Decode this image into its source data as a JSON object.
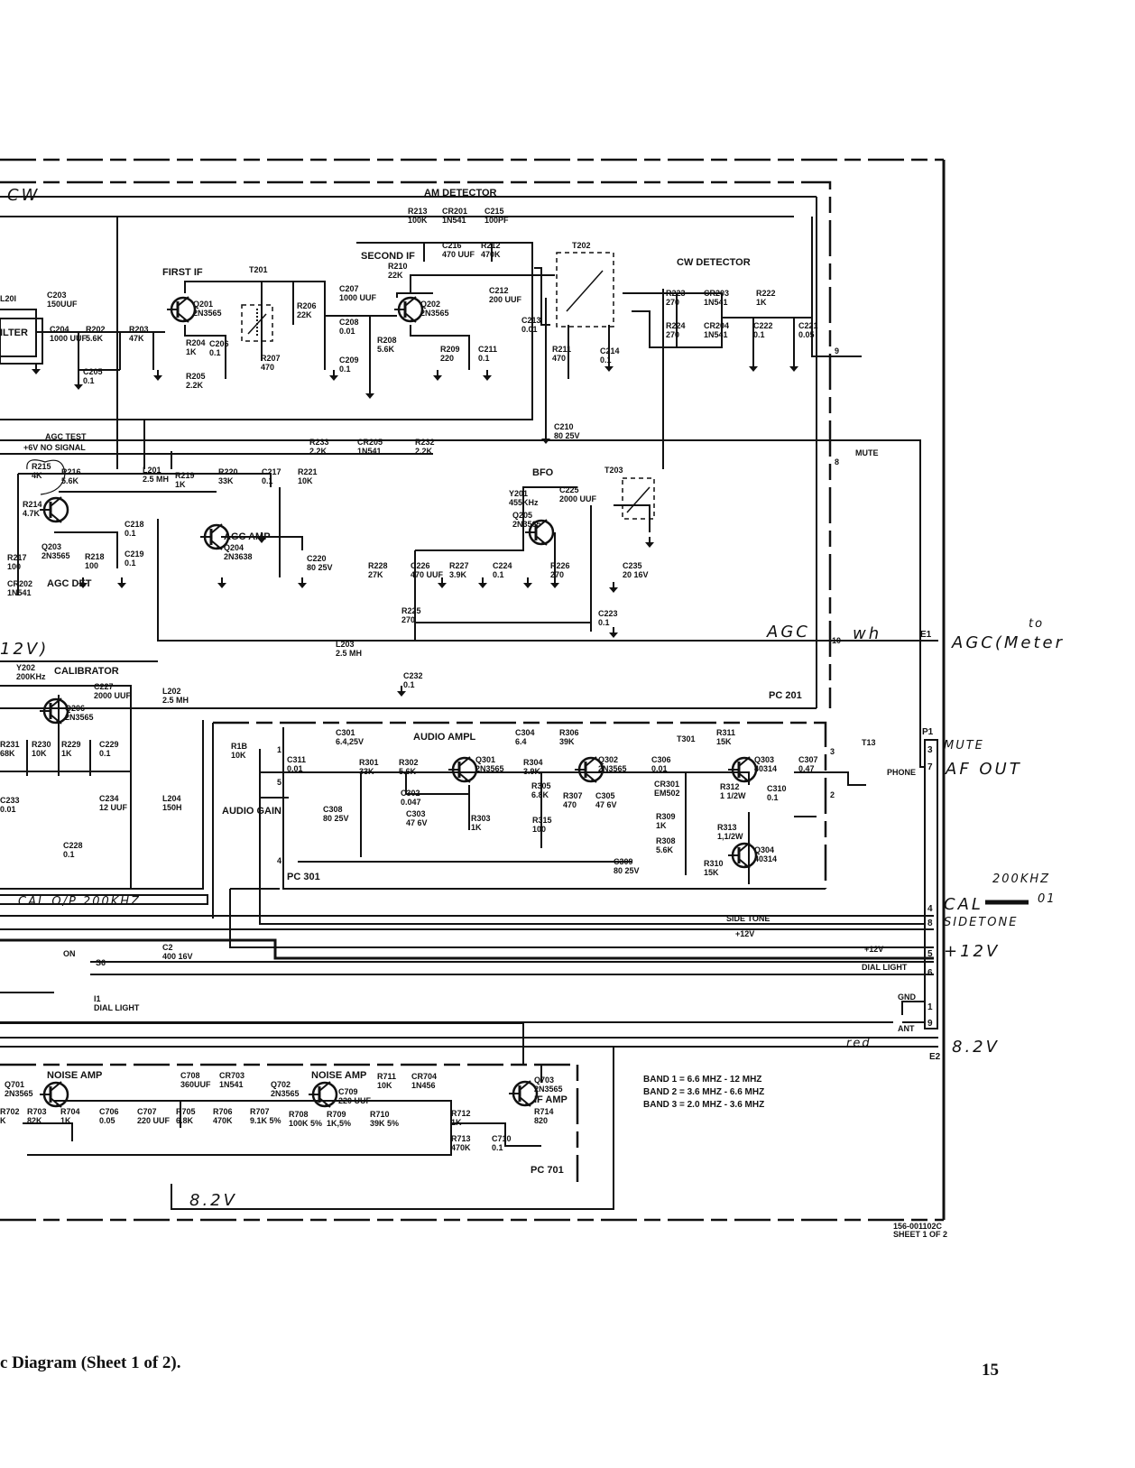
{
  "document": {
    "caption": "c Diagram (Sheet 1 of 2).",
    "page_number": "15",
    "drawing_number": "156-001102C",
    "sheet": "SHEET 1 OF 2"
  },
  "sections": {
    "am_detector": "AM DETECTOR",
    "first_if": "FIRST IF",
    "second_if": "SECOND IF",
    "cw_detector": "CW DETECTOR",
    "bfo": "BFO",
    "agc_amp": "AGC AMP",
    "agc_det": "AGC DET",
    "calibrator": "CALIBRATOR",
    "audio_ampl": "AUDIO AMPL",
    "audio_gain": "AUDIO GAIN",
    "noise_amp_1": "NOISE AMP",
    "noise_amp_2": "NOISE AMP",
    "if_amp": "IF AMP",
    "filter": "ILTER",
    "agc_test": "AGC TEST",
    "agc_test_note": "+6V NO SIGNAL"
  },
  "boards": {
    "pc201": "PC 201",
    "pc301": "PC 301",
    "pc701": "PC 701"
  },
  "components": [
    {
      "ref": "L201",
      "value": "",
      "label": "L20I"
    },
    {
      "ref": "C203",
      "value": "150UUF"
    },
    {
      "ref": "C204",
      "value": "1000 UUF"
    },
    {
      "ref": "R202",
      "value": "5.6K"
    },
    {
      "ref": "R203",
      "value": "47K"
    },
    {
      "ref": "C205",
      "value": "0.1"
    },
    {
      "ref": "Q201",
      "value": "2N3565"
    },
    {
      "ref": "T201",
      "value": ""
    },
    {
      "ref": "R204",
      "value": "1K"
    },
    {
      "ref": "C206",
      "value": "0.1"
    },
    {
      "ref": "R205",
      "value": "2.2K"
    },
    {
      "ref": "R206",
      "value": "22K"
    },
    {
      "ref": "R207",
      "value": "470"
    },
    {
      "ref": "C207",
      "value": "1000 UUF"
    },
    {
      "ref": "C208",
      "value": "0.01"
    },
    {
      "ref": "C209",
      "value": "0.1"
    },
    {
      "ref": "R210",
      "value": "22K"
    },
    {
      "ref": "Q202",
      "value": "2N3565"
    },
    {
      "ref": "R208",
      "value": "5.6K"
    },
    {
      "ref": "R209",
      "value": "220"
    },
    {
      "ref": "C211",
      "value": "0.1"
    },
    {
      "ref": "R213",
      "value": "100K"
    },
    {
      "ref": "CR201",
      "value": "1N541"
    },
    {
      "ref": "C215",
      "value": "100PF"
    },
    {
      "ref": "C216",
      "value": "470 UUF"
    },
    {
      "ref": "R212",
      "value": "470K"
    },
    {
      "ref": "C212",
      "value": "200 UUF"
    },
    {
      "ref": "C213",
      "value": "0.01"
    },
    {
      "ref": "T202",
      "value": ""
    },
    {
      "ref": "R211",
      "value": "470"
    },
    {
      "ref": "C214",
      "value": "0.1"
    },
    {
      "ref": "R223",
      "value": "270"
    },
    {
      "ref": "CR203",
      "value": "1N541"
    },
    {
      "ref": "R224",
      "value": "270"
    },
    {
      "ref": "CR204",
      "value": "1N541"
    },
    {
      "ref": "R222",
      "value": "1K"
    },
    {
      "ref": "C222",
      "value": "0.1"
    },
    {
      "ref": "C221",
      "value": "0.05"
    },
    {
      "ref": "C210",
      "value": "80 25V"
    },
    {
      "ref": "R233",
      "value": "2.2K"
    },
    {
      "ref": "CR205",
      "value": "1N541"
    },
    {
      "ref": "R232",
      "value": "2.2K"
    },
    {
      "ref": "R215",
      "value": "4K"
    },
    {
      "ref": "R214",
      "value": "4.7K"
    },
    {
      "ref": "R216",
      "value": "5.6K"
    },
    {
      "ref": "L201b",
      "label": "L201",
      "value": "2.5 MH"
    },
    {
      "ref": "R219",
      "value": "1K"
    },
    {
      "ref": "R220",
      "value": "33K"
    },
    {
      "ref": "C217",
      "value": "0.1"
    },
    {
      "ref": "R221",
      "value": "10K"
    },
    {
      "ref": "C218",
      "value": "0.1"
    },
    {
      "ref": "C219",
      "value": "0.1"
    },
    {
      "ref": "Q203",
      "value": "2N3565"
    },
    {
      "ref": "Q204",
      "value": "2N3638"
    },
    {
      "ref": "R217",
      "value": "100"
    },
    {
      "ref": "R218",
      "value": "100"
    },
    {
      "ref": "CR202",
      "value": "1N541"
    },
    {
      "ref": "C220",
      "value": "80 25V"
    },
    {
      "ref": "Y201",
      "value": "455KHz"
    },
    {
      "ref": "Q205",
      "value": "2N3565"
    },
    {
      "ref": "C225",
      "value": "2000 UUF"
    },
    {
      "ref": "T203",
      "value": ""
    },
    {
      "ref": "R228",
      "value": "27K"
    },
    {
      "ref": "C226",
      "value": "470 UUF"
    },
    {
      "ref": "R227",
      "value": "3.9K"
    },
    {
      "ref": "C224",
      "value": "0.1"
    },
    {
      "ref": "R226",
      "value": "270"
    },
    {
      "ref": "C235",
      "value": "20 16V"
    },
    {
      "ref": "R225",
      "value": "270"
    },
    {
      "ref": "C223",
      "value": "0.1"
    },
    {
      "ref": "L203",
      "value": "2.5 MH"
    },
    {
      "ref": "C232",
      "value": "0.1"
    },
    {
      "ref": "Y202",
      "value": "200KHz"
    },
    {
      "ref": "Q206",
      "value": "2N3565"
    },
    {
      "ref": "C227",
      "value": "2000 UUF"
    },
    {
      "ref": "L202",
      "value": "2.5 MH"
    },
    {
      "ref": "R231",
      "value": "68K"
    },
    {
      "ref": "R230",
      "value": "10K"
    },
    {
      "ref": "R229",
      "value": "1K"
    },
    {
      "ref": "C229",
      "value": "0.1"
    },
    {
      "ref": "C233",
      "value": "0.01"
    },
    {
      "ref": "C234",
      "value": "12 UUF"
    },
    {
      "ref": "L204",
      "value": "150H"
    },
    {
      "ref": "C228",
      "value": "0.1"
    },
    {
      "ref": "R1B",
      "value": "10K"
    },
    {
      "ref": "C301",
      "value": "6.4,25V"
    },
    {
      "ref": "C311",
      "value": "0.01"
    },
    {
      "ref": "R301",
      "value": "33K"
    },
    {
      "ref": "R302",
      "value": "5.6K"
    },
    {
      "ref": "C302",
      "value": "0.047"
    },
    {
      "ref": "C303",
      "value": "47 6V"
    },
    {
      "ref": "C308",
      "value": "80 25V"
    },
    {
      "ref": "Q301",
      "value": "2N3565"
    },
    {
      "ref": "R303",
      "value": "1K"
    },
    {
      "ref": "C304",
      "value": "6.4"
    },
    {
      "ref": "R304",
      "value": "3.9K"
    },
    {
      "ref": "R305",
      "value": "6.8K"
    },
    {
      "ref": "R315",
      "value": "100"
    },
    {
      "ref": "R306",
      "value": "39K"
    },
    {
      "ref": "Q302",
      "value": "2N3565"
    },
    {
      "ref": "R307",
      "value": "470"
    },
    {
      "ref": "C305",
      "value": "47 6V"
    },
    {
      "ref": "C306",
      "value": "0.01"
    },
    {
      "ref": "T301",
      "value": ""
    },
    {
      "ref": "CR301",
      "value": "EM502"
    },
    {
      "ref": "R309",
      "value": "1K"
    },
    {
      "ref": "R308",
      "value": "5.6K"
    },
    {
      "ref": "C309",
      "value": "80 25V"
    },
    {
      "ref": "R311",
      "value": "15K"
    },
    {
      "ref": "Q303",
      "value": "40314"
    },
    {
      "ref": "R312",
      "value": "1 1/2W"
    },
    {
      "ref": "R313",
      "value": "1,1/2W"
    },
    {
      "ref": "R310",
      "value": "15K"
    },
    {
      "ref": "Q304",
      "value": "40314"
    },
    {
      "ref": "C307",
      "value": "0.47"
    },
    {
      "ref": "C310",
      "value": "0.1"
    },
    {
      "ref": "T13",
      "value": ""
    },
    {
      "ref": "C2",
      "value": "400 16V"
    },
    {
      "ref": "S6",
      "value": ""
    },
    {
      "ref": "I1",
      "value": "DIAL LIGHT"
    },
    {
      "ref": "Q701",
      "value": "2N3565"
    },
    {
      "ref": "R702",
      "value": "K"
    },
    {
      "ref": "R703",
      "value": "82K"
    },
    {
      "ref": "R704",
      "value": "1K"
    },
    {
      "ref": "C706",
      "value": "0.05"
    },
    {
      "ref": "C707",
      "value": "220 UUF"
    },
    {
      "ref": "C708",
      "value": "360UUF"
    },
    {
      "ref": "CR703",
      "value": "1N541"
    },
    {
      "ref": "R705",
      "value": "6.8K"
    },
    {
      "ref": "R706",
      "value": "470K"
    },
    {
      "ref": "R707",
      "value": "9.1K 5%"
    },
    {
      "ref": "Q702",
      "value": "2N3565"
    },
    {
      "ref": "C709",
      "value": "220 UUF"
    },
    {
      "ref": "R708",
      "value": "100K 5%"
    },
    {
      "ref": "R709",
      "value": "1K,5%"
    },
    {
      "ref": "R710",
      "value": "39K 5%"
    },
    {
      "ref": "R711",
      "value": "10K"
    },
    {
      "ref": "CR704",
      "value": "1N456"
    },
    {
      "ref": "R712",
      "value": "1K"
    },
    {
      "ref": "R713",
      "value": "470K"
    },
    {
      "ref": "C710",
      "value": "0.1"
    },
    {
      "ref": "Q703",
      "value": "2N3565"
    },
    {
      "ref": "R714",
      "value": "820"
    }
  ],
  "connector_p1": {
    "label": "P1",
    "pins": [
      {
        "pin": "3",
        "signal": "",
        "note": "MUTE"
      },
      {
        "pin": "7",
        "signal": "PHONE",
        "note": "AF OUT"
      },
      {
        "pin": "4",
        "signal": "",
        "note": "CAL 200KHZ 01"
      },
      {
        "pin": "8",
        "signal": "SIDE TONE",
        "note": "SIDETONE"
      },
      {
        "pin": "5",
        "signal": "+12V",
        "note": "+12V"
      },
      {
        "pin": "6",
        "signal": "DIAL LIGHT",
        "note": ""
      },
      {
        "pin": "1",
        "signal": "GND",
        "note": ""
      },
      {
        "pin": "9",
        "signal": "ANT",
        "note": ""
      }
    ],
    "e1": {
      "label": "E1",
      "signal": "AGC",
      "note": "AGC (to Meter"
    },
    "e2": {
      "label": "E2",
      "note": "8.2V"
    }
  },
  "net_labels": {
    "mute": "MUTE",
    "side_tone": "SIDE TONE",
    "plus12v": "+12V",
    "plus12v_b": "+12V",
    "dial_light": "DIAL LIGHT",
    "gnd": "GND",
    "ant": "ANT",
    "on": "ON",
    "phone": "PHONE"
  },
  "pin_markers": {
    "p9": "9",
    "p8": "8",
    "p10": "10",
    "p1": "1",
    "p5": "5",
    "p4": "4",
    "p3": "3",
    "p2": "2"
  },
  "handwritten": {
    "cw": "CW",
    "agc": "AGC",
    "wh": "wh",
    "agc_meter": "AGC(Meter",
    "to": "to",
    "v12": "12V)",
    "cal_op": "CAL  O/P  200KHZ",
    "mute": "MUTE",
    "af_out": "AF  OUT",
    "cal": "CAL",
    "cal_freq": "200KHZ",
    "cal_01": "01",
    "sidetone": "SIDETONE",
    "plus12v": "+12V",
    "red": "red",
    "v82": "8.2V",
    "v82b": "8.2V"
  },
  "band_table": [
    "BAND 1 = 6.6 MHZ - 12 MHZ",
    "BAND 2 = 3.6 MHZ - 6.6 MHZ",
    "BAND 3 = 2.0 MHZ - 3.6 MHZ"
  ]
}
